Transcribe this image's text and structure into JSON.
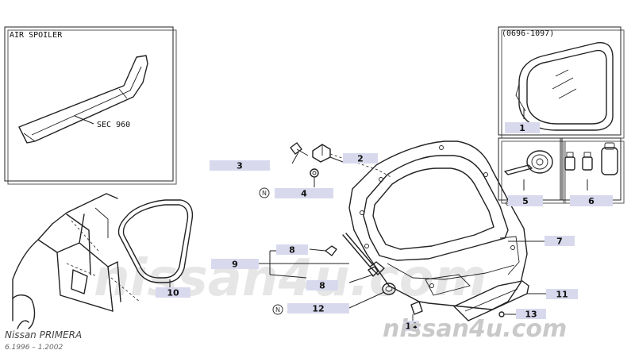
{
  "diagram": {
    "air_spoiler_title": "AIR SPOILER",
    "section_ref": "SEC 960",
    "date_range": "(0696-1097)",
    "callouts": [
      "1",
      "2",
      "3",
      "4",
      "5",
      "6",
      "7",
      "8",
      "8",
      "9",
      "10",
      "11",
      "12",
      "13",
      "14"
    ],
    "n_marks": [
      "N",
      "N"
    ],
    "watermark": "nissan4u.com",
    "watermark_corner": "nissan4u.com",
    "model": "Nissan PRIMERA",
    "model_years": "6.1996 – 1.2002",
    "label_fill": "#d9d9ee"
  }
}
